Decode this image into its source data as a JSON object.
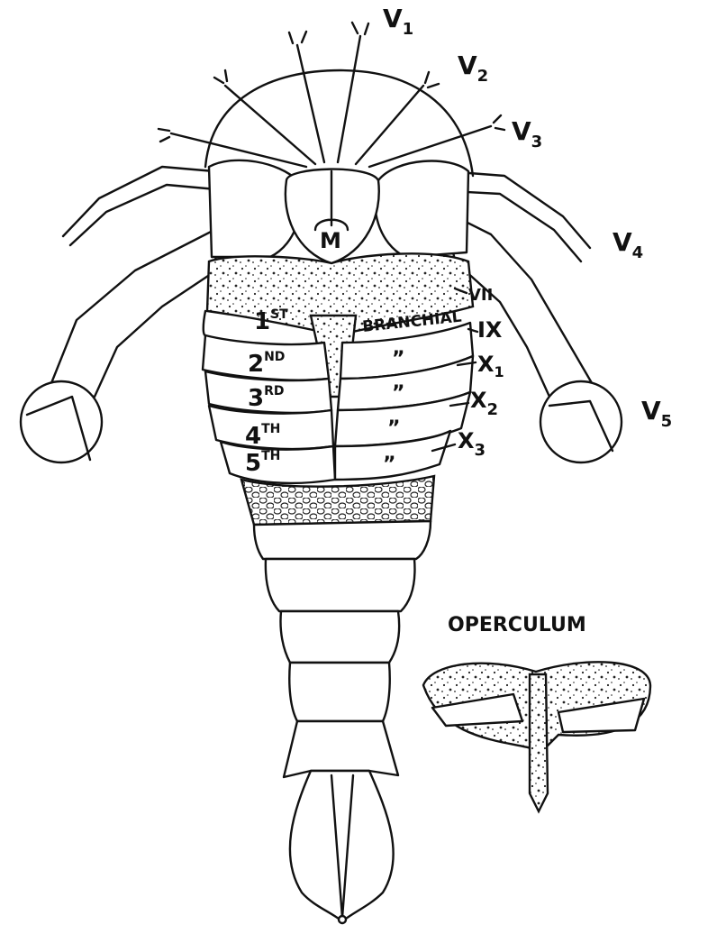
{
  "figure": {
    "appendage_labels": [
      {
        "id": "v1",
        "main": "V",
        "sub": "1"
      },
      {
        "id": "v2",
        "main": "V",
        "sub": "2"
      },
      {
        "id": "v3",
        "main": "V",
        "sub": "3"
      },
      {
        "id": "v4",
        "main": "V",
        "sub": "4"
      },
      {
        "id": "v5",
        "main": "V",
        "sub": "5"
      }
    ],
    "metastoma_label": "M",
    "segment_labels": [
      {
        "main": "1",
        "sup": "ST"
      },
      {
        "main": "2",
        "sup": "ND"
      },
      {
        "main": "3",
        "sup": "RD"
      },
      {
        "main": "4",
        "sup": "TH"
      },
      {
        "main": "5",
        "sup": "TH"
      }
    ],
    "branchial_label": "BRANCHIAL",
    "ditto_mark": "”",
    "nerve_labels": [
      {
        "main": "VII",
        "sub": ""
      },
      {
        "main": "IX",
        "sub": ""
      },
      {
        "main": "X",
        "sub": "1"
      },
      {
        "main": "X",
        "sub": "2"
      },
      {
        "main": "X",
        "sub": "3"
      }
    ],
    "operculum_title": "OPERCULUM"
  }
}
